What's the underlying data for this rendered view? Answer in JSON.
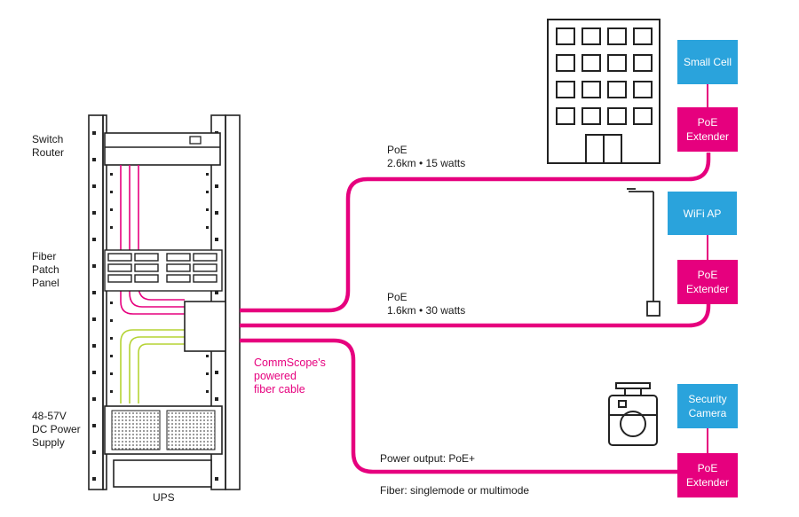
{
  "rack": {
    "labels": {
      "switch_router": "Switch\nRouter",
      "fiber_patch_panel": "Fiber\nPatch\nPanel",
      "dc_power_supply": "48-57V\nDC Power\nSupply",
      "ups": "UPS"
    }
  },
  "cable_label": "CommScope's\npowered\nfiber cable",
  "links": [
    {
      "line1": "PoE",
      "line2": "2.6km • 15 watts"
    },
    {
      "line1": "PoE",
      "line2": "1.6km • 30 watts"
    },
    {
      "line1": "Power output: PoE+",
      "line2": "Fiber: singlemode or multimode"
    }
  ],
  "devices": [
    {
      "name": "Small Cell",
      "extender": "PoE\nExtender"
    },
    {
      "name": "WiFi AP",
      "extender": "PoE\nExtender"
    },
    {
      "name": "Security\nCamera",
      "extender": "PoE\nExtender"
    }
  ],
  "colors": {
    "cable": "#e6007e",
    "device_box": "#2aa3dc",
    "extender_box": "#e6007e",
    "fiber_green": "#b5d334",
    "outline": "#222222"
  }
}
